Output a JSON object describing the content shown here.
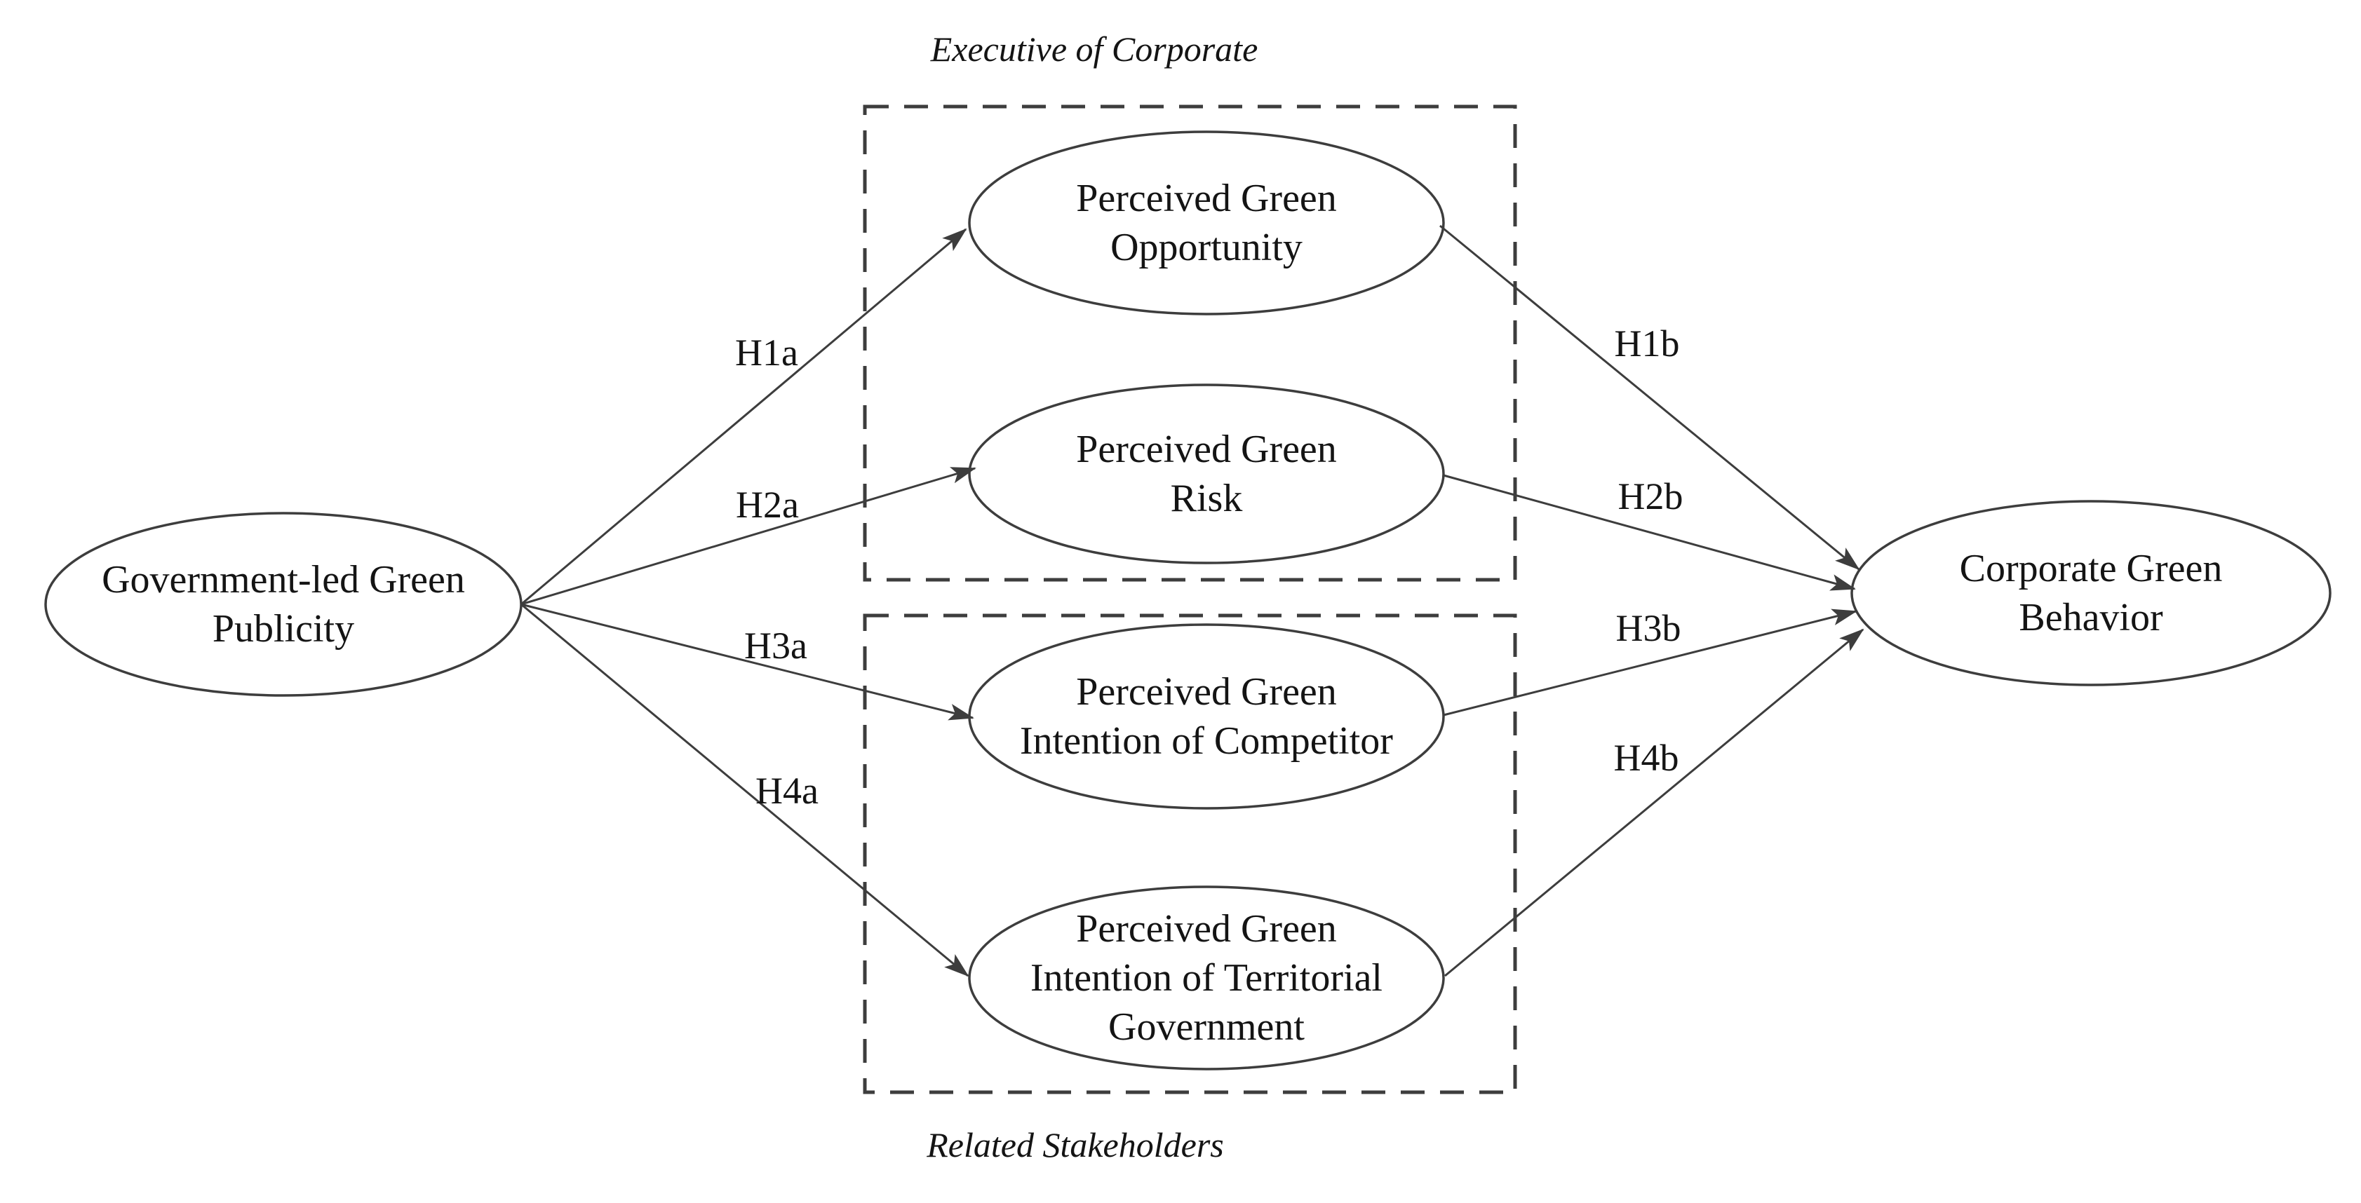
{
  "diagram": {
    "groups": {
      "executive_of_corporate": "Executive of Corporate",
      "related_stakeholders": "Related Stakeholders"
    },
    "nodes": {
      "gov": {
        "label": "Government-led Green\nPublicity"
      },
      "opp": {
        "label": "Perceived Green\nOpportunity"
      },
      "risk": {
        "label": "Perceived Green\nRisk"
      },
      "comp": {
        "label": "Perceived Green\nIntention of  Competitor"
      },
      "terr": {
        "label": "Perceived Green\nIntention of Territorial\nGovernment"
      },
      "corp": {
        "label": "Corporate Green\nBehavior"
      }
    },
    "hypotheses": {
      "h1a": "H1a",
      "h2a": "H2a",
      "h3a": "H3a",
      "h4a": "H4a",
      "h1b": "H1b",
      "h2b": "H2b",
      "h3b": "H3b",
      "h4b": "H4b"
    },
    "colors": {
      "stroke": "#3d3d3d",
      "text": "#141414",
      "background": "#ffffff"
    }
  }
}
